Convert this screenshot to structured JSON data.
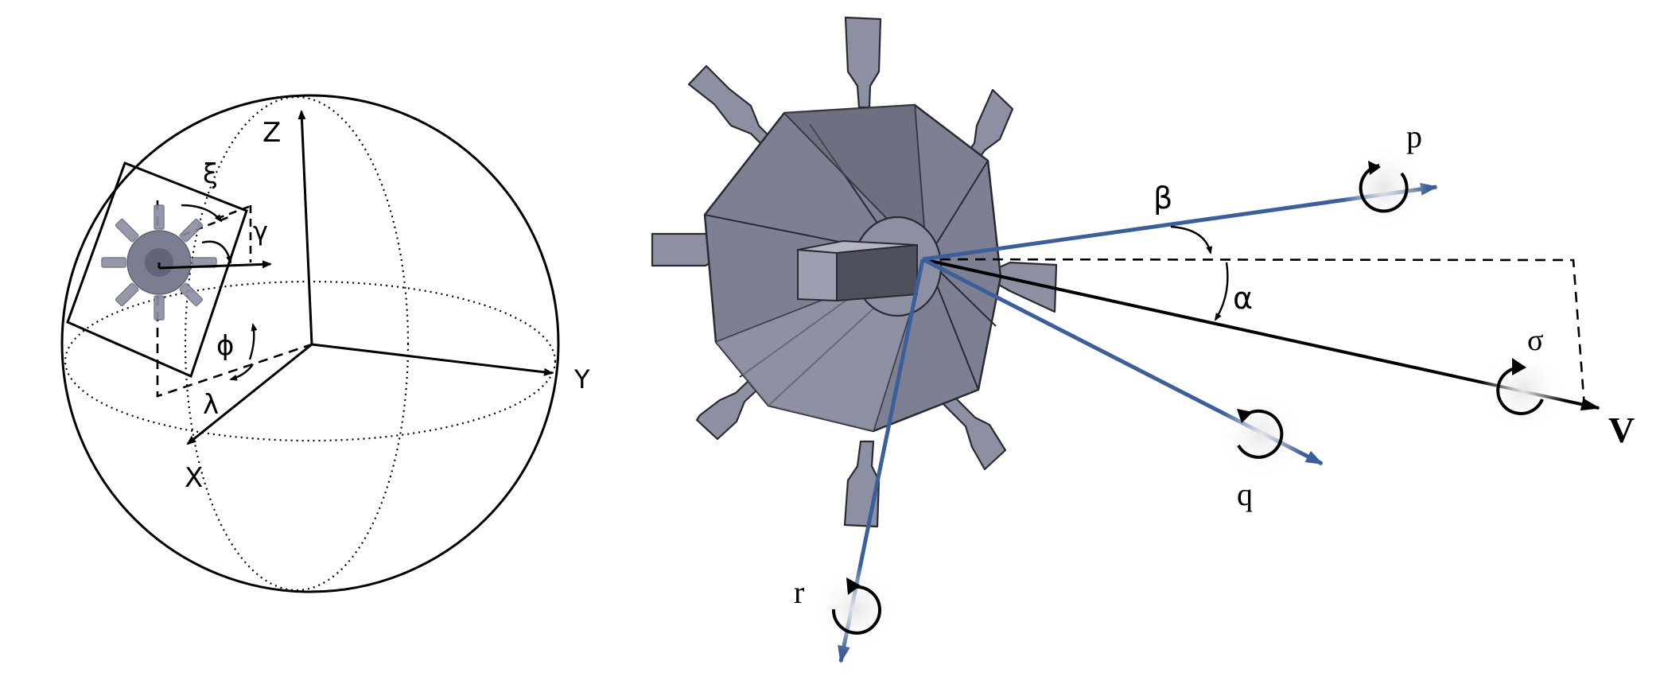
{
  "left_panel": {
    "axis_labels": {
      "z": "Z",
      "y": "Y",
      "x": "X"
    },
    "angle_labels": {
      "xi": "ξ",
      "gamma": "γ",
      "phi": "ϕ",
      "lambda": "λ"
    }
  },
  "right_panel": {
    "angle_labels": {
      "beta": "β",
      "alpha": "α"
    },
    "vector_labels": {
      "p": "p",
      "q": "q",
      "r": "r",
      "v": "V",
      "sigma": "σ"
    }
  },
  "colors": {
    "line": "#000000",
    "body_axis_blue": "#3a5f9a",
    "spacecraft_dark": "#5f6272",
    "spacecraft_mid": "#7d8092",
    "spacecraft_light": "#9c9fb0",
    "background": "#ffffff"
  }
}
